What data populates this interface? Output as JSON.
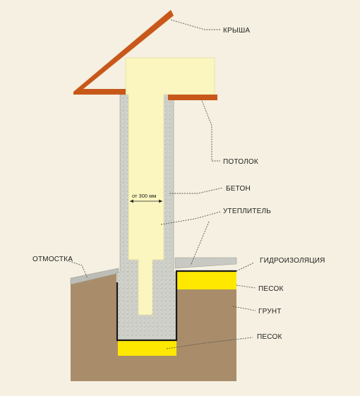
{
  "labels": {
    "roof": "КРЫША",
    "ceiling": "ПОТОЛОК",
    "concrete": "БЕТОН",
    "insulation": "УТЕПЛИТЕЛЬ",
    "waterproofing": "ГИДРОИЗОЛЯЦИЯ",
    "sand_upper": "ПЕСОК",
    "soil": "ГРУНТ",
    "sand_lower": "ПЕСОК",
    "blind_area": "ОТМОСТКА",
    "dimension": "от 300 мм"
  },
  "colors": {
    "background": "#f5f0e1",
    "roof": "#c8581a",
    "insulation": "#fbf6bf",
    "concrete": "#d2d2cc",
    "soil": "#a98d6a",
    "sand": "#ffe800",
    "waterproofing": "#1a1a1a",
    "blind_area": "#bdbdb8"
  }
}
